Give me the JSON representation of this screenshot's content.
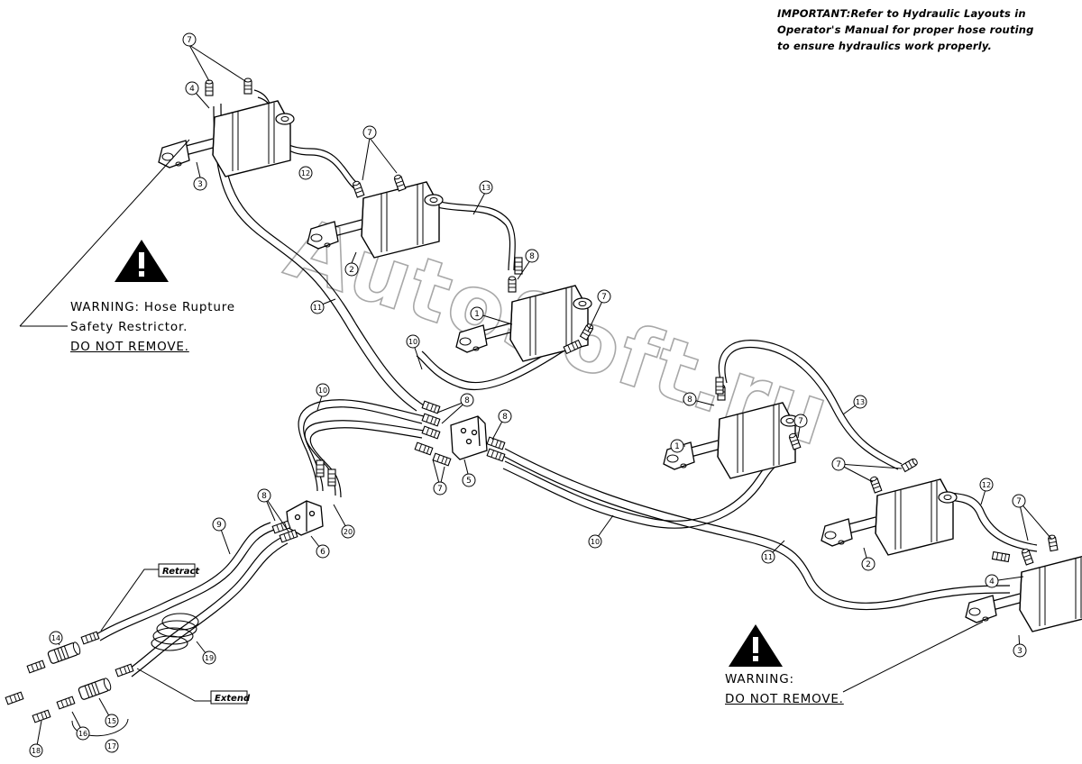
{
  "note": {
    "lines": [
      "IMPORTANT:Refer to Hydraulic Layouts in",
      "Operator's Manual for proper hose routing",
      "to ensure hydraulics work properly."
    ]
  },
  "warning_left": {
    "line1": "WARNING: Hose Rupture",
    "line2": "Safety Restrictor.",
    "line3": "DO NOT REMOVE."
  },
  "warning_right": {
    "line1": "WARNING:",
    "line2": "DO NOT REMOVE."
  },
  "tags": {
    "retract": "Retract",
    "extend": "Extend"
  },
  "watermark": "AutoSoft.ru",
  "callouts": [
    "1",
    "2",
    "3",
    "4",
    "5",
    "6",
    "7",
    "8",
    "9",
    "10",
    "11",
    "12",
    "13",
    "14",
    "15",
    "16",
    "17",
    "18",
    "19",
    "20"
  ],
  "icons": {
    "warning": "warning-triangle-icon"
  }
}
